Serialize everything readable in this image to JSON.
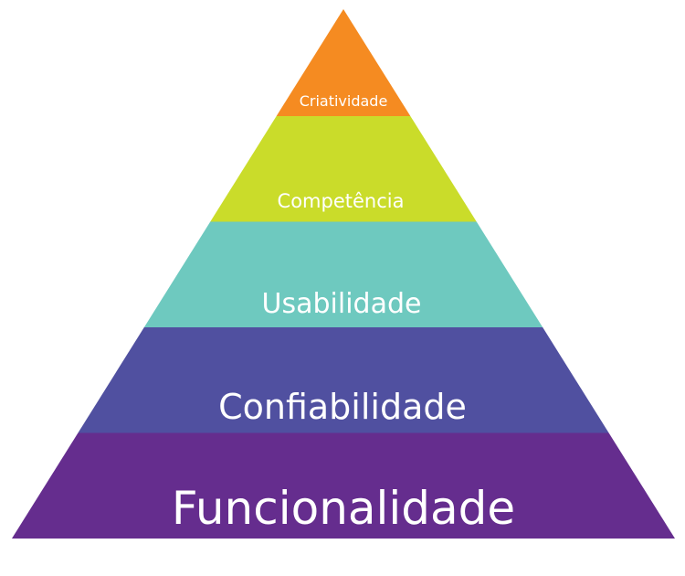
{
  "diagram": {
    "type": "pyramid",
    "layers_top_to_bottom": [
      {
        "label": "Criatividade",
        "color": "#F58B21"
      },
      {
        "label": "Competência",
        "color": "#CADC2A"
      },
      {
        "label": "Usabilidade",
        "color": "#6EC9BF"
      },
      {
        "label": "Confiabilidade",
        "color": "#5050A0"
      },
      {
        "label": "Funcionalidade",
        "color": "#652D8E"
      }
    ]
  }
}
